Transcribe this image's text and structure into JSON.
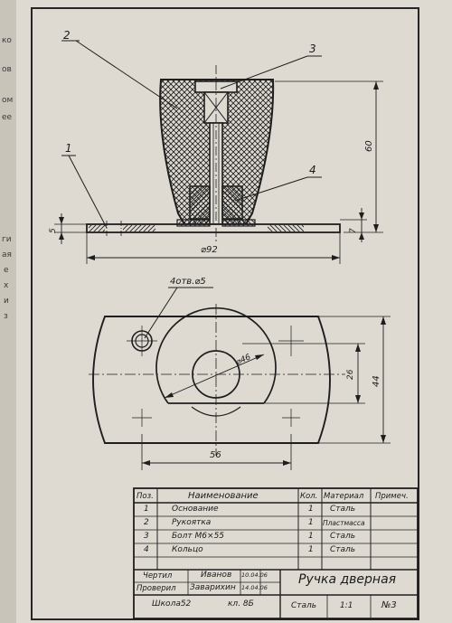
{
  "drawing": {
    "callouts": [
      "1",
      "2",
      "3",
      "4"
    ],
    "dimensions": {
      "diameter_92": "⌀92",
      "height_60": "60",
      "thickness_5": "5",
      "thickness_7": "7",
      "holes": "4отв.⌀5",
      "diameter_46": "⌀46",
      "width_56": "56",
      "height_26": "26",
      "height_44": "44"
    }
  },
  "left_strip": [
    "ко",
    "ов",
    "ом",
    "ее",
    "ги",
    "ая",
    "е",
    "х",
    "и",
    "з"
  ],
  "title_block": {
    "headers": {
      "pos": "Поз.",
      "name": "Наименование",
      "qty": "Кол.",
      "material": "Материал",
      "note": "Примеч."
    },
    "rows": [
      {
        "pos": "1",
        "name": "Основание",
        "qty": "1",
        "material": "Сталь"
      },
      {
        "pos": "2",
        "name": "Рукоятка",
        "qty": "1",
        "material": "Пластмасса"
      },
      {
        "pos": "3",
        "name": "Болт  М6×55",
        "qty": "1",
        "material": "Сталь"
      },
      {
        "pos": "4",
        "name": "Кольцо",
        "qty": "1",
        "material": "Сталь"
      }
    ],
    "drew_label": "Чертил",
    "drew_name": "Иванов",
    "drew_date": "10.04.06",
    "checked_label": "Проверил",
    "checked_name": "Заварихин",
    "checked_date": "14.04.06",
    "school": "Школа52",
    "class": "кл. 8Б",
    "title": "Ручка дверная",
    "material": "Сталь",
    "scale": "1:1",
    "sheet": "№3"
  }
}
